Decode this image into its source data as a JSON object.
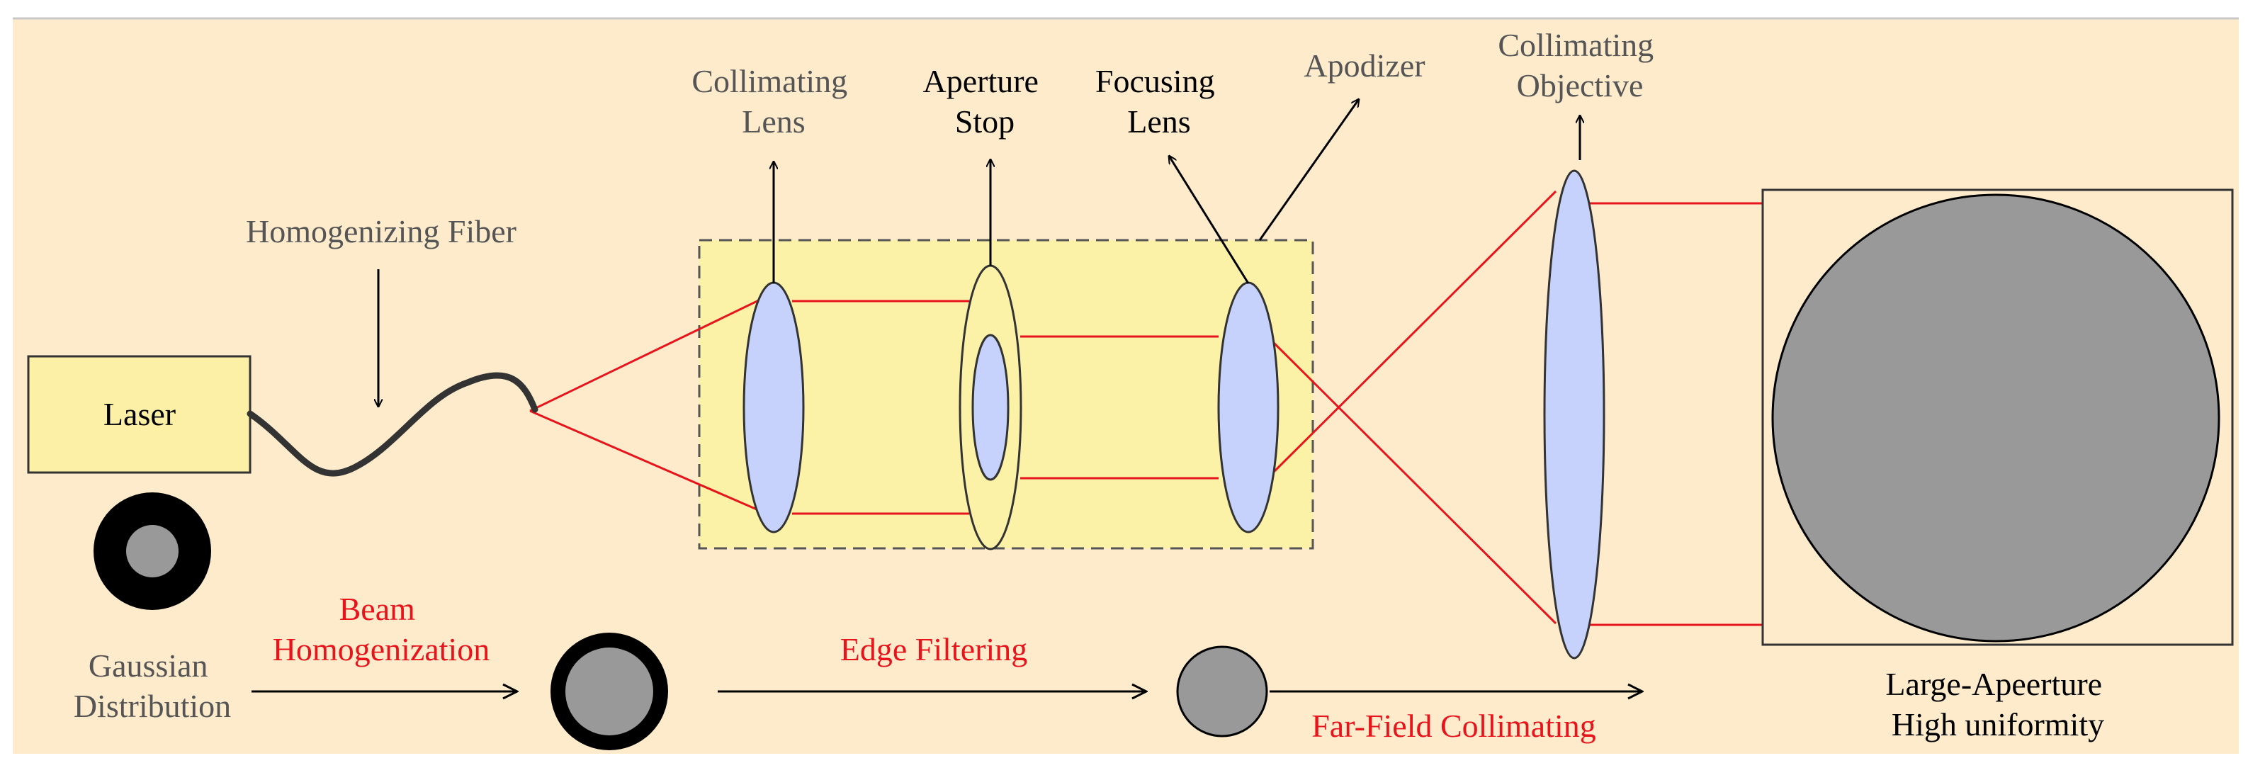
{
  "labels": {
    "homogenizing_fiber": "Homogenizing Fiber",
    "laser": "Laser",
    "collimating_lens": [
      "Collimating",
      "Lens"
    ],
    "aperture_stop": [
      "Aperture",
      "Stop"
    ],
    "focusing_lens": [
      "Focusing",
      "Lens"
    ],
    "apodizer": "Apodizer",
    "collimating_objective": [
      "Collimating",
      "Objective"
    ],
    "gaussian_distribution": [
      "Gaussian",
      "Distribution"
    ],
    "beam_homogenization": [
      "Beam",
      "Homogenization"
    ],
    "edge_filtering": "Edge Filtering",
    "far_field_collimating": "Far-Field Collimating",
    "output": [
      "Large-Apeerture",
      "High uniformity"
    ]
  },
  "colors": {
    "background": "#fdebcc",
    "laser_box": "#fcf0a6",
    "lens_group_box": "#fbf1a7",
    "lens_fill": "#c6d2fb",
    "ray": "#e8141b",
    "spot_gray": "#999999",
    "spot_ring": "#000000",
    "output_disc": "#999999",
    "gray_text": "#555555",
    "red_text": "#e8141b"
  }
}
